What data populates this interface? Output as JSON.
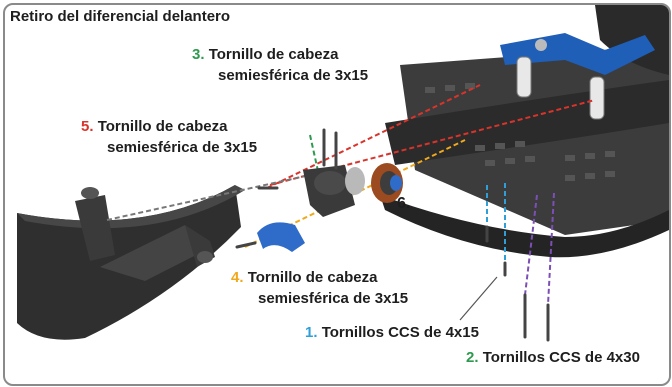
{
  "title": "Retiro del diferencial delantero",
  "callouts": [
    {
      "num": "3.",
      "line1": "Tornillo de cabeza",
      "line2": "semiesférica de 3x15",
      "color": "#2e9a4e"
    },
    {
      "num": "5.",
      "line1": "Tornillo de cabeza",
      "line2": "semiesférica de 3x15",
      "color": "#d9342b"
    },
    {
      "num": "4.",
      "line1": "Tornillo de cabeza",
      "line2": "semiesférica de 3x15",
      "color": "#f0a81c"
    },
    {
      "num": "1.",
      "line1": "Tornillos CCS de 4x15",
      "color": "#2f9fd8"
    },
    {
      "num": "2.",
      "line1": "Tornillos CCS de 4x30",
      "color": "#2e9a4e"
    },
    {
      "num": "6.",
      "line1": ""
    }
  ]
}
